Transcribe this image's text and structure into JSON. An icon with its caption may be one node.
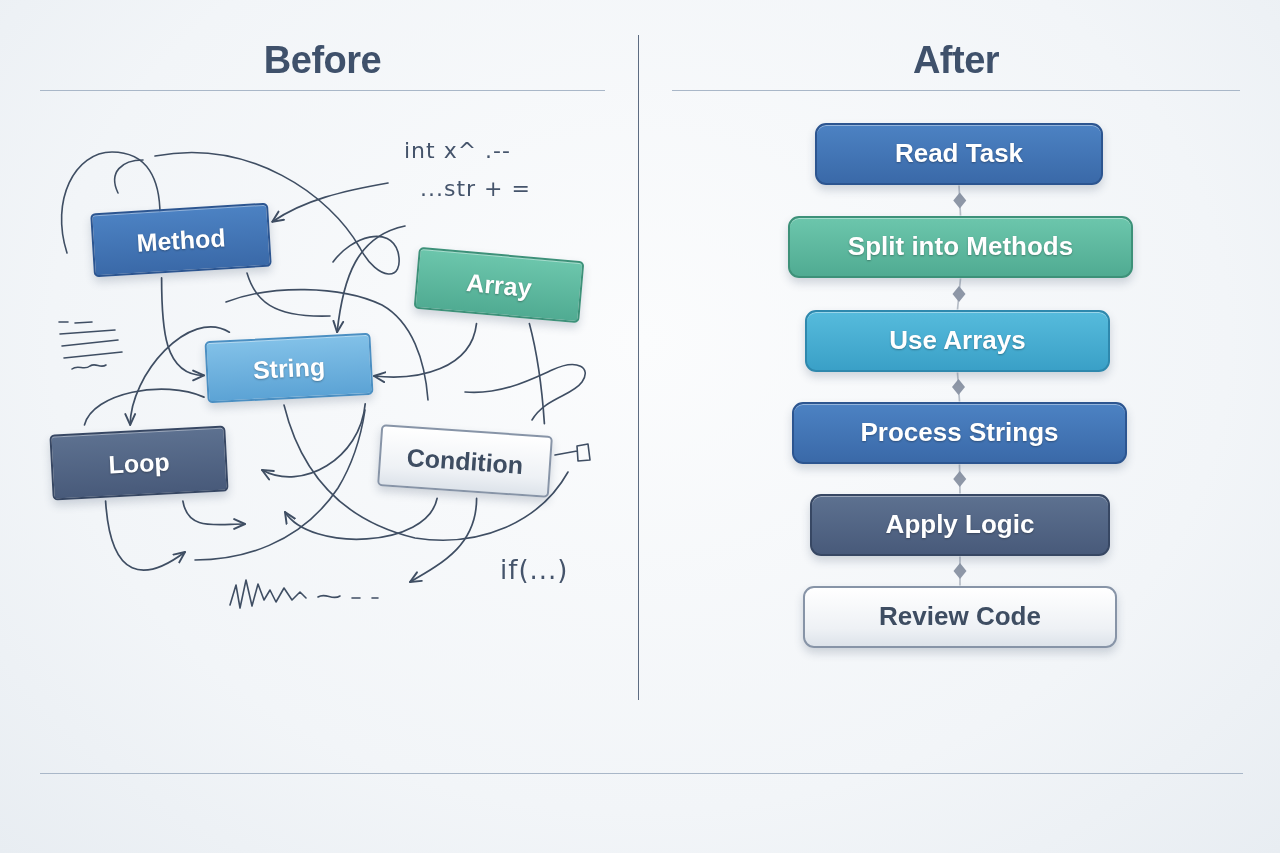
{
  "diagram": {
    "nodes": [
      {
        "text": [
          "Method"
        ]
      },
      {
        "text": [
          "Array"
        ]
      },
      {
        "text": [
          "String"
        ]
      },
      {
        "text": [
          "Loop"
        ]
      },
      {
        "text": [
          "Condition"
        ]
      },
      {
        "text": [
          "Read Task"
        ]
      },
      {
        "text": [
          "Split into Methods"
        ]
      },
      {
        "text": [
          "Use Arrays"
        ]
      },
      {
        "text": [
          "Process Strings"
        ]
      },
      {
        "text": [
          "Apply Logic"
        ]
      },
      {
        "text": [
          "Review Code"
        ]
      }
    ],
    "edges": [
      {
        "from": null,
        "to": 0,
        "arrow": "to"
      },
      {
        "from": 0,
        "to": 2,
        "arrow": "to"
      },
      {
        "from": null,
        "to": 2,
        "arrow": "to"
      },
      {
        "from": 1,
        "to": 2,
        "arrow": "to"
      },
      {
        "from": 2,
        "to": 3,
        "arrow": "to"
      },
      {
        "from": 3,
        "to": null,
        "arrow": "to"
      },
      {
        "from": 4,
        "to": null,
        "arrow": "to"
      },
      {
        "from": 4,
        "to": null,
        "arrow": "to"
      },
      {
        "from": 2,
        "to": null,
        "arrow": "to"
      },
      {
        "from": 3,
        "to": null,
        "arrow": "to"
      },
      {
        "from": 5,
        "to": 6,
        "arrow": "none",
        "color": "#8e97a7"
      },
      {
        "from": 6,
        "to": 7,
        "arrow": "none",
        "color": "#8e97a7"
      },
      {
        "from": 7,
        "to": 8,
        "arrow": "none",
        "color": "#8e97a7"
      },
      {
        "from": 8,
        "to": 9,
        "arrow": "none",
        "color": "#8e97a7"
      },
      {
        "from": 9,
        "to": 10,
        "arrow": "none",
        "color": "#8e97a7"
      },
      {
        "from": 3,
        "to": 2,
        "arrow": "none"
      },
      {
        "from": 1,
        "to": 4,
        "arrow": "none"
      }
    ],
    "labels": [
      "Before",
      "After",
      "int x^ .--",
      "...str + =",
      "if(...)"
    ]
  }
}
